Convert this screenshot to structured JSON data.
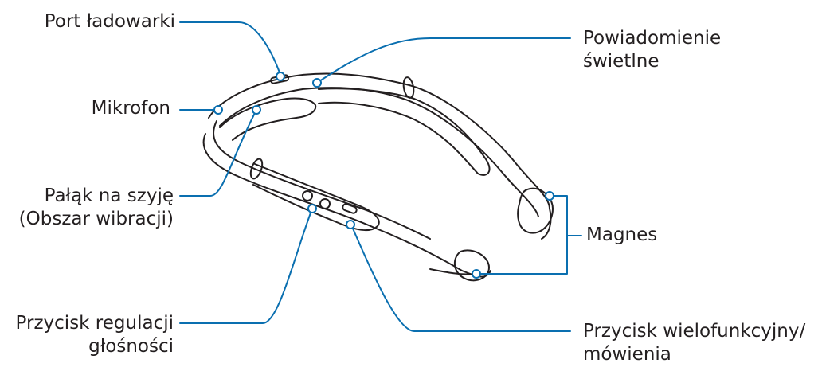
{
  "labels": {
    "charging_port": "Port ładowarki",
    "microphone": "Mikrofon",
    "neckband_line1": "Pałąk na szyję",
    "neckband_line2": "(Obszar wibracji)",
    "volume_line1": "Przycisk regulacji",
    "volume_line2": "głośności",
    "notification_line1": "Powiadomienie",
    "notification_line2": "świetlne",
    "magnet": "Magnes",
    "multifunction_line1": "Przycisk wielofunkcyjny/",
    "multifunction_line2": "mówienia"
  },
  "colors": {
    "leader": "#0a6fb0",
    "outline": "#231f20",
    "text": "#231f20"
  }
}
